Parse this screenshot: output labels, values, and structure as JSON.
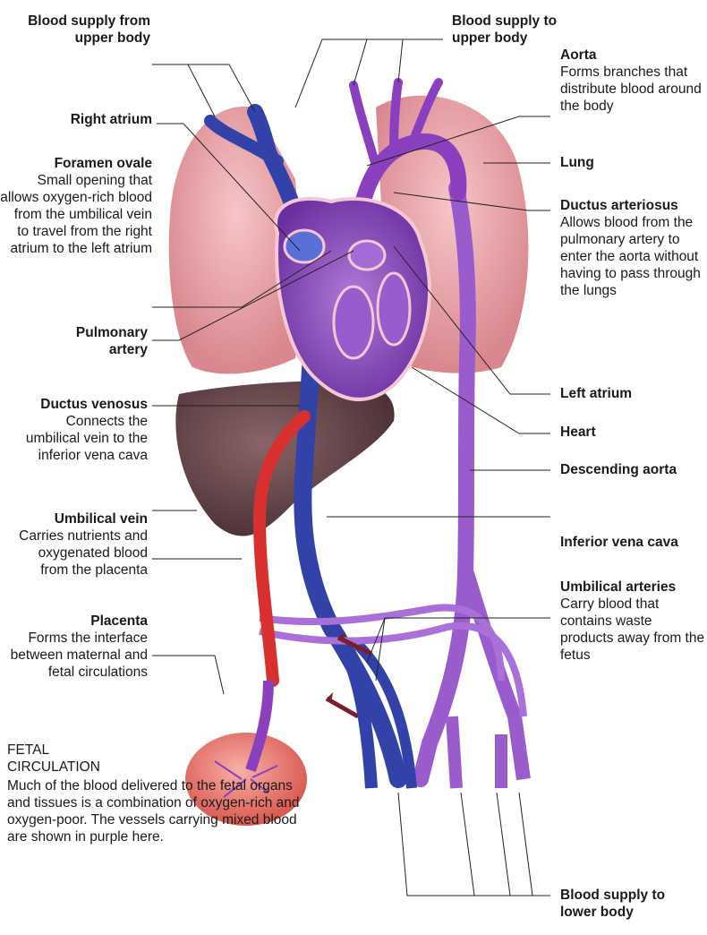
{
  "labels": {
    "supply_upper_from": {
      "title": "Blood supply from upper body"
    },
    "supply_upper_to": {
      "title": "Blood supply to upper body"
    },
    "aorta": {
      "title": "Aorta",
      "desc": "Forms branches that distribute blood around the body"
    },
    "right_atrium": {
      "title": "Right atrium"
    },
    "foramen_ovale": {
      "title": "Foramen ovale",
      "desc": "Small opening that allows oxygen-rich blood from the umbilical vein to travel from the right atrium to the left atrium"
    },
    "lung": {
      "title": "Lung"
    },
    "ductus_arteriosus": {
      "title": "Ductus arteriosus",
      "desc": "Allows blood from the pulmonary artery to enter the aorta without having to pass through the lungs"
    },
    "pulmonary_artery": {
      "title": "Pulmonary artery"
    },
    "left_atrium": {
      "title": "Left atrium"
    },
    "ductus_venosus": {
      "title": "Ductus venosus",
      "desc": "Connects the umbilical vein to the inferior vena cava"
    },
    "heart": {
      "title": "Heart"
    },
    "descending_aorta": {
      "title": "Descending aorta"
    },
    "umbilical_vein": {
      "title": "Umbilical vein",
      "desc": "Carries nutrients and oxygenated blood from the placenta"
    },
    "inferior_vena_cava": {
      "title": "Inferior vena cava"
    },
    "umbilical_arteries": {
      "title": "Umbilical arteries",
      "desc": "Carry blood that contains waste products away from the fetus"
    },
    "placenta": {
      "title": "Placenta",
      "desc": "Forms the interface between maternal and fetal circulations"
    },
    "supply_lower": {
      "title": "Blood supply to lower body"
    }
  },
  "caption": {
    "title": "FETAL CIRCULATION",
    "body": "Much of the blood delivered to the fetal organs and tissues is a combination of oxygen-rich and oxygen-poor. The vessels carrying mixed blood are shown in purple here."
  },
  "colors": {
    "lung": "#e8a0a6",
    "liver": "#6b4a4e",
    "vein_blue": "#2f3f9e",
    "artery_red": "#d8302e",
    "mixed_purple": "#8a4fc0",
    "placenta": "#e8706a"
  }
}
